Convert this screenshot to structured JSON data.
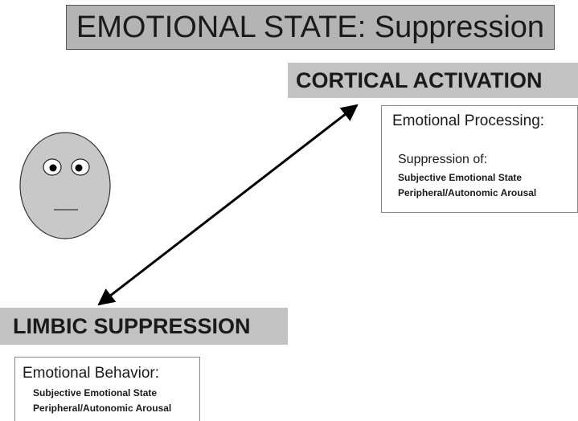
{
  "title": "EMOTIONAL STATE: Suppression",
  "cortical": {
    "label": "CORTICAL ACTIVATION",
    "box": {
      "heading": "Emotional Processing:",
      "subheading": "Suppression of:",
      "items": [
        "Subjective Emotional State",
        "Peripheral/Autonomic Arousal"
      ]
    }
  },
  "limbic": {
    "label": "LIMBIC SUPPRESSION",
    "box": {
      "heading": "Emotional Behavior:",
      "items": [
        "Subjective Emotional State",
        "Peripheral/Autonomic Arousal"
      ]
    }
  },
  "face": {
    "expression": "neutral",
    "fill": "#c8c8c8"
  },
  "arrow": {
    "type": "bidirectional",
    "connects": [
      "limbic",
      "cortical"
    ],
    "color": "#000000"
  }
}
